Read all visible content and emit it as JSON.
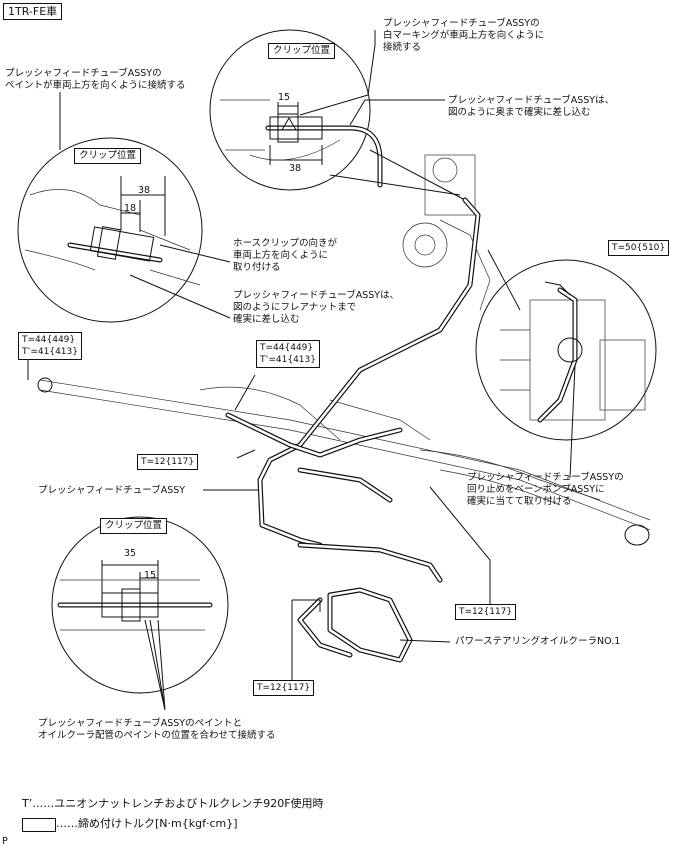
{
  "header": {
    "model": "1TR-FE車"
  },
  "inset_top": {
    "clip_title": "クリップ位置",
    "dim_small": "15",
    "dim_large": "38"
  },
  "inset_left": {
    "clip_title": "クリップ位置",
    "dim_large": "38",
    "dim_small": "18"
  },
  "inset_bottom": {
    "clip_title": "クリップ位置",
    "dim_large": "35",
    "dim_small": "15"
  },
  "notes": {
    "top_white_marking": [
      "プレッシャフィードチューブASSYの",
      "白マーキングが車両上方を向くように",
      "接続する"
    ],
    "top_insert": [
      "プレッシャフィードチューブASSYは、",
      "図のように奥まで確実に差し込む"
    ],
    "left_paint": [
      "プレッシャフィードチューブASSYの",
      "ペイントが車両上方を向くように接続する"
    ],
    "hose_clip": [
      "ホースクリップの向きが",
      "車両上方を向くように",
      "取り付ける"
    ],
    "flare_insert": [
      "プレッシャフィードチューブASSYは、",
      "図のようにフレアナットまで",
      "確実に差し込む"
    ],
    "pressure_tube": "プレッシャフィードチューブASSY",
    "vane_pump": [
      "プレッシャフィードチューブASSYの",
      "回り止めをベーンポンプASSYに",
      "確実に当てて取り付ける"
    ],
    "oil_cooler": "パワーステアリングオイルクーラNO.1",
    "paint_align": [
      "プレッシャフィードチューブASSYのペイントと",
      "オイルクーラ配管のペイントの位置を合わせて接続する"
    ]
  },
  "torques": {
    "left_t": "T=44{449}",
    "left_tprime": "T’=41{413}",
    "mid_t": "T=44{449}",
    "mid_tprime": "T’=41{413}",
    "t12_a": "T=12{117}",
    "t50": "T=50{510}",
    "t12_b": "T=12{117}",
    "t12_c": "T=12{117}"
  },
  "legend": {
    "tprime_note": "T’……ユニオンナットレンチおよびトルクレンチ920F使用時",
    "box_note": "……締め付けトルク[N·m{kgf·cm}]"
  },
  "footer": {
    "code": "P"
  }
}
